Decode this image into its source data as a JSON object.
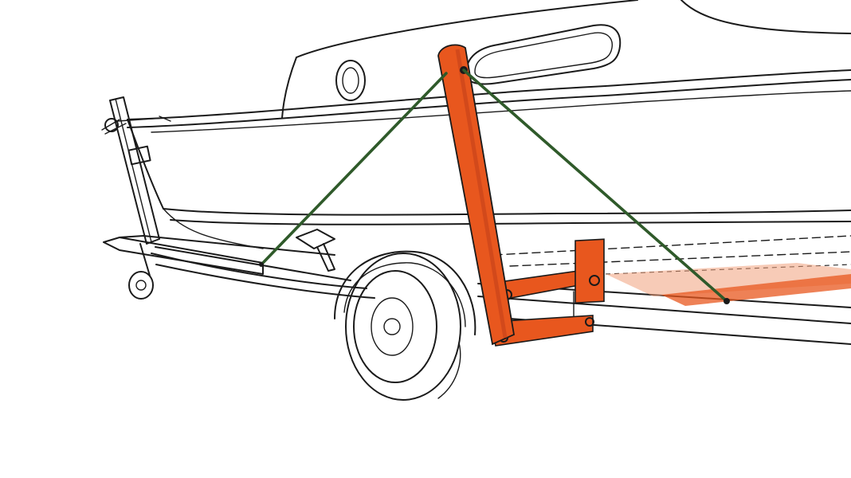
{
  "illustration": {
    "colors": {
      "background": "#ffffff",
      "ink": "#1a1a1a",
      "mast_support": "#e8571e",
      "mast_support_dark": "#c9431a",
      "shroud_lines": "#2f5a2a",
      "projected_outline": "#f0a07c"
    },
    "parts": [
      "boat-hull",
      "cabin",
      "porthole",
      "cabin-window",
      "trailer-frame",
      "trailer-tongue",
      "jockey-wheel",
      "winch-post",
      "trailer-wheel",
      "mudguard",
      "mast-support-post",
      "mast-support-bracket",
      "support-brace",
      "shroud-lines"
    ]
  }
}
